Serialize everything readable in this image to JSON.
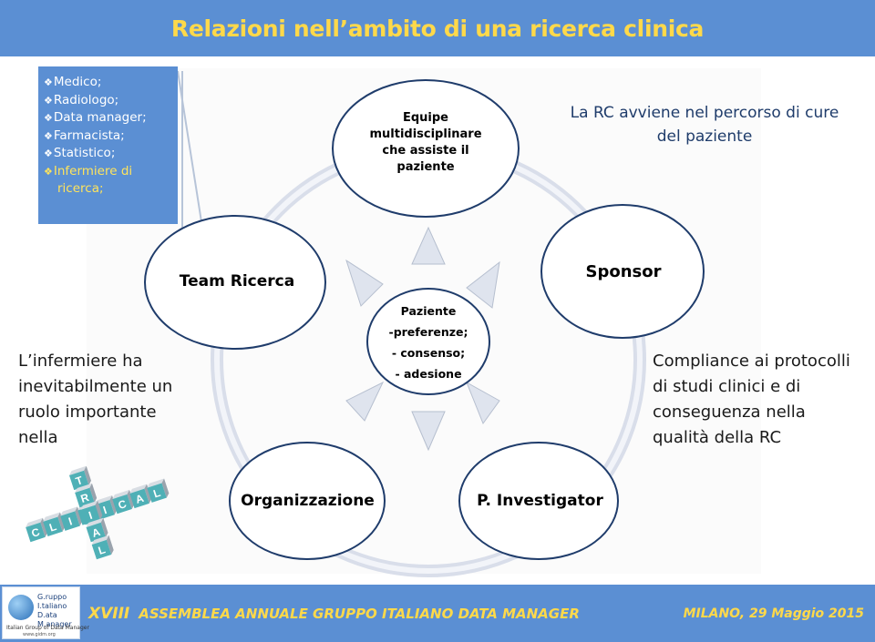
{
  "title": "Relazioni nell’ambito di una ricerca clinica",
  "roles": {
    "items": [
      "Medico;",
      "Radiologo;",
      "Data manager;",
      "Farmacista;",
      "Statistico;"
    ],
    "highlight_line1": "Infermiere di",
    "highlight_line2": "ricerca;"
  },
  "nodes": {
    "equipe": [
      "Equipe",
      "multidisciplinare",
      "che assiste il",
      "paziente"
    ],
    "team": "Team Ricerca",
    "sponsor": "Sponsor",
    "organizzazione": "Organizzazione",
    "investigator": "P. Investigator",
    "paziente": [
      "Paziente",
      "-preferenze;",
      "- consenso;",
      "- adesione"
    ]
  },
  "side": {
    "top_right": [
      "La RC avviene nel percorso di cure",
      "del paziente"
    ],
    "left": [
      "L’infermiere ha",
      "inevitabilmente un",
      "ruolo importante",
      "nella"
    ],
    "right": [
      "Compliance ai protocolli",
      "di studi clinici e di",
      "conseguenza nella",
      "qualità della RC"
    ]
  },
  "crossword": {
    "clinical": [
      "C",
      "L",
      "I",
      "N",
      "I",
      "C",
      "A",
      "L"
    ],
    "trial": [
      "T",
      "R",
      "I",
      "A",
      "L"
    ]
  },
  "footer": {
    "logo_lines": [
      "G.ruppo",
      "I.taliano",
      "D.ata",
      "M.anager"
    ],
    "logo_sub": "Italian Group of Data Manager",
    "logo_web": "www.gidm.org",
    "event_num": "XVIII",
    "event_text": "ASSEMBLEA ANNUALE GRUPPO ITALIANO DATA MANAGER",
    "place": "MILANO, 29 Maggio 2015"
  },
  "colors": {
    "accent_blue": "#5b8fd3",
    "title_yellow": "#ffd94a",
    "ring": "#d9deea",
    "node_stroke": "#1f3c6b"
  }
}
